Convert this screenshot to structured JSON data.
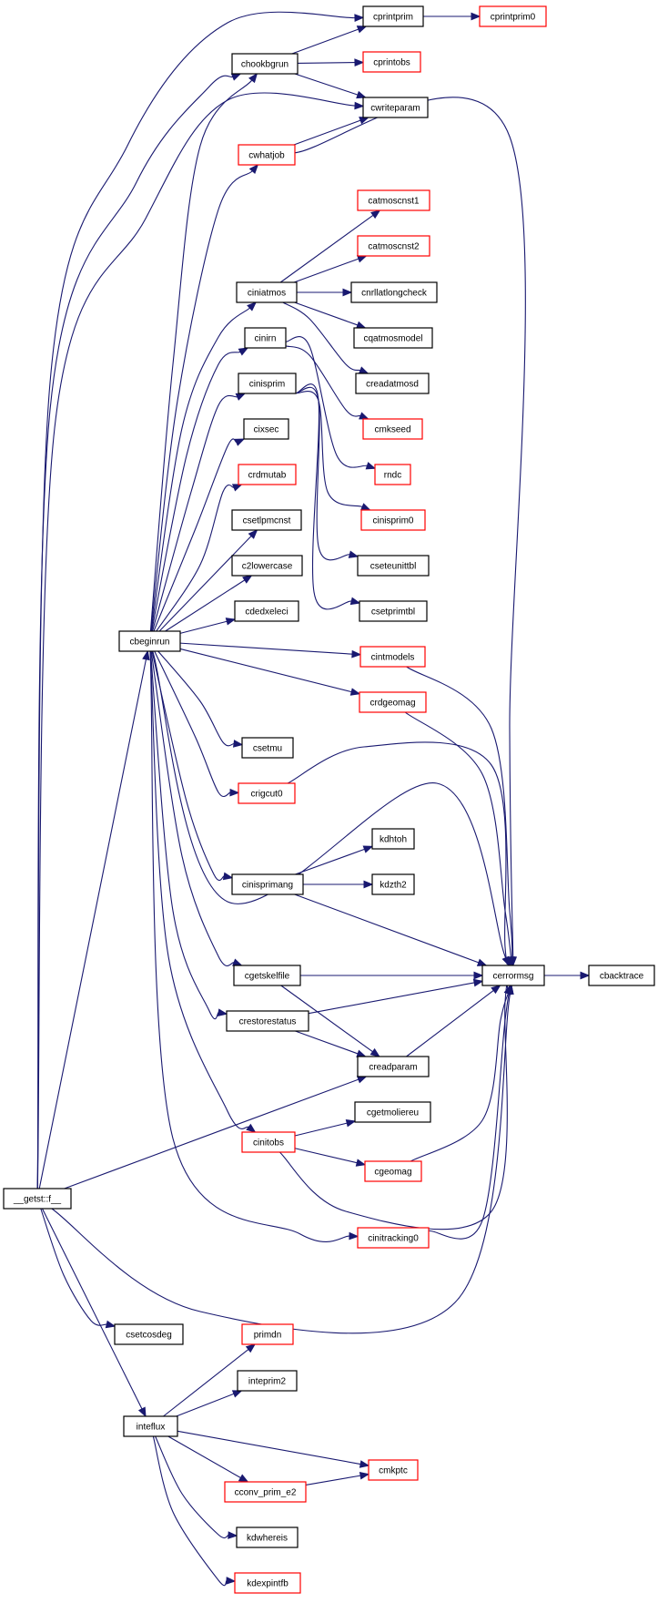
{
  "colors": {
    "edge": "#191970",
    "border_normal": "#000000",
    "border_truncated": "#ff0000",
    "fill_root": "#bfbfbf",
    "fill_normal": "#ffffff"
  },
  "nodes": [
    {
      "id": "getst",
      "label": "__getst::f__",
      "kind": "root"
    },
    {
      "id": "cbeginrun",
      "label": "cbeginrun",
      "kind": "normal"
    },
    {
      "id": "chookbgrun",
      "label": "chookbgrun",
      "kind": "normal"
    },
    {
      "id": "cprintprim",
      "label": "cprintprim",
      "kind": "normal"
    },
    {
      "id": "cprintprim0",
      "label": "cprintprim0",
      "kind": "truncated"
    },
    {
      "id": "cprintobs",
      "label": "cprintobs",
      "kind": "truncated"
    },
    {
      "id": "cwriteparam",
      "label": "cwriteparam",
      "kind": "normal"
    },
    {
      "id": "cwhatjob",
      "label": "cwhatjob",
      "kind": "truncated"
    },
    {
      "id": "catmoscnst1",
      "label": "catmoscnst1",
      "kind": "truncated"
    },
    {
      "id": "catmoscnst2",
      "label": "catmoscnst2",
      "kind": "truncated"
    },
    {
      "id": "ciniatmos",
      "label": "ciniatmos",
      "kind": "normal"
    },
    {
      "id": "cnrllatlongcheck",
      "label": "cnrllatlongcheck",
      "kind": "normal"
    },
    {
      "id": "cqatmosmodel",
      "label": "cqatmosmodel",
      "kind": "normal"
    },
    {
      "id": "cinirn",
      "label": "cinirn",
      "kind": "normal"
    },
    {
      "id": "creadatmosd",
      "label": "creadatmosd",
      "kind": "normal"
    },
    {
      "id": "cinisprim",
      "label": "cinisprim",
      "kind": "normal"
    },
    {
      "id": "cmkseed",
      "label": "cmkseed",
      "kind": "truncated"
    },
    {
      "id": "cixsec",
      "label": "cixsec",
      "kind": "normal"
    },
    {
      "id": "rndc",
      "label": "rndc",
      "kind": "truncated"
    },
    {
      "id": "crdmutab",
      "label": "crdmutab",
      "kind": "truncated"
    },
    {
      "id": "cinisprim0",
      "label": "cinisprim0",
      "kind": "truncated"
    },
    {
      "id": "csetlpmcnst",
      "label": "csetlpmcnst",
      "kind": "normal"
    },
    {
      "id": "cseteunittbl",
      "label": "cseteunittbl",
      "kind": "normal"
    },
    {
      "id": "c2lowercase",
      "label": "c2lowercase",
      "kind": "normal"
    },
    {
      "id": "csetprimtbl",
      "label": "csetprimtbl",
      "kind": "normal"
    },
    {
      "id": "cdedxeleci",
      "label": "cdedxeleci",
      "kind": "normal"
    },
    {
      "id": "cintmodels",
      "label": "cintmodels",
      "kind": "truncated"
    },
    {
      "id": "crdgeomag",
      "label": "crdgeomag",
      "kind": "truncated"
    },
    {
      "id": "csetmu",
      "label": "csetmu",
      "kind": "normal"
    },
    {
      "id": "crigcut0",
      "label": "crigcut0",
      "kind": "truncated"
    },
    {
      "id": "kdhtoh",
      "label": "kdhtoh",
      "kind": "normal"
    },
    {
      "id": "cinisprimang",
      "label": "cinisprimang",
      "kind": "normal"
    },
    {
      "id": "kdzth2",
      "label": "kdzth2",
      "kind": "normal"
    },
    {
      "id": "cgetskelfile",
      "label": "cgetskelfile",
      "kind": "normal"
    },
    {
      "id": "cerrormsg",
      "label": "cerrormsg",
      "kind": "normal"
    },
    {
      "id": "cbacktrace",
      "label": "cbacktrace",
      "kind": "normal"
    },
    {
      "id": "crestorestatus",
      "label": "crestorestatus",
      "kind": "normal"
    },
    {
      "id": "creadparam",
      "label": "creadparam",
      "kind": "normal"
    },
    {
      "id": "cgetmoliereu",
      "label": "cgetmoliereu",
      "kind": "normal"
    },
    {
      "id": "cinitobs",
      "label": "cinitobs",
      "kind": "truncated"
    },
    {
      "id": "cgeomag",
      "label": "cgeomag",
      "kind": "truncated"
    },
    {
      "id": "cinitracking0",
      "label": "cinitracking0",
      "kind": "truncated"
    },
    {
      "id": "csetcosdeg",
      "label": "csetcosdeg",
      "kind": "normal"
    },
    {
      "id": "primdn",
      "label": "primdn",
      "kind": "truncated"
    },
    {
      "id": "inteprim2",
      "label": "inteprim2",
      "kind": "normal"
    },
    {
      "id": "inteflux",
      "label": "inteflux",
      "kind": "normal"
    },
    {
      "id": "cmkptc",
      "label": "cmkptc",
      "kind": "truncated"
    },
    {
      "id": "cconv_prim_e2",
      "label": "cconv_prim_e2",
      "kind": "truncated"
    },
    {
      "id": "kdwhereis",
      "label": "kdwhereis",
      "kind": "normal"
    },
    {
      "id": "kdexpintfb",
      "label": "kdexpintfb",
      "kind": "truncated"
    }
  ],
  "edges": [
    {
      "from": "getst",
      "to": "cbeginrun"
    },
    {
      "from": "getst",
      "to": "cprintprim"
    },
    {
      "from": "getst",
      "to": "chookbgrun"
    },
    {
      "from": "getst",
      "to": "cwriteparam"
    },
    {
      "from": "getst",
      "to": "creadparam"
    },
    {
      "from": "getst",
      "to": "cerrormsg"
    },
    {
      "from": "getst",
      "to": "csetcosdeg"
    },
    {
      "from": "getst",
      "to": "inteflux"
    },
    {
      "from": "chookbgrun",
      "to": "cprintprim"
    },
    {
      "from": "chookbgrun",
      "to": "cprintobs"
    },
    {
      "from": "chookbgrun",
      "to": "cwriteparam"
    },
    {
      "from": "cprintprim",
      "to": "cprintprim0"
    },
    {
      "from": "cwhatjob",
      "to": "cwriteparam"
    },
    {
      "from": "cwhatjob",
      "to": "cerrormsg"
    },
    {
      "from": "cbeginrun",
      "to": "chookbgrun"
    },
    {
      "from": "cbeginrun",
      "to": "cwhatjob"
    },
    {
      "from": "cbeginrun",
      "to": "ciniatmos"
    },
    {
      "from": "cbeginrun",
      "to": "cinirn"
    },
    {
      "from": "cbeginrun",
      "to": "cinisprim"
    },
    {
      "from": "cbeginrun",
      "to": "cixsec"
    },
    {
      "from": "cbeginrun",
      "to": "crdmutab"
    },
    {
      "from": "cbeginrun",
      "to": "csetlpmcnst"
    },
    {
      "from": "cbeginrun",
      "to": "c2lowercase"
    },
    {
      "from": "cbeginrun",
      "to": "cdedxeleci"
    },
    {
      "from": "cbeginrun",
      "to": "cintmodels"
    },
    {
      "from": "cbeginrun",
      "to": "crdgeomag"
    },
    {
      "from": "cbeginrun",
      "to": "csetmu"
    },
    {
      "from": "cbeginrun",
      "to": "crigcut0"
    },
    {
      "from": "cbeginrun",
      "to": "cerrormsg"
    },
    {
      "from": "cbeginrun",
      "to": "cinisprimang"
    },
    {
      "from": "cbeginrun",
      "to": "cgetskelfile"
    },
    {
      "from": "cbeginrun",
      "to": "crestorestatus"
    },
    {
      "from": "cbeginrun",
      "to": "cinitobs"
    },
    {
      "from": "cbeginrun",
      "to": "cinitracking0"
    },
    {
      "from": "ciniatmos",
      "to": "catmoscnst1"
    },
    {
      "from": "ciniatmos",
      "to": "catmoscnst2"
    },
    {
      "from": "ciniatmos",
      "to": "cnrllatlongcheck"
    },
    {
      "from": "ciniatmos",
      "to": "cqatmosmodel"
    },
    {
      "from": "ciniatmos",
      "to": "creadatmosd"
    },
    {
      "from": "cinirn",
      "to": "cmkseed"
    },
    {
      "from": "cinirn",
      "to": "rndc"
    },
    {
      "from": "cinisprim",
      "to": "cinisprim0"
    },
    {
      "from": "cinisprim",
      "to": "cseteunittbl"
    },
    {
      "from": "cinisprim",
      "to": "csetprimtbl"
    },
    {
      "from": "cintmodels",
      "to": "cerrormsg"
    },
    {
      "from": "crdgeomag",
      "to": "cerrormsg"
    },
    {
      "from": "crigcut0",
      "to": "cerrormsg"
    },
    {
      "from": "cinisprimang",
      "to": "kdhtoh"
    },
    {
      "from": "cinisprimang",
      "to": "kdzth2"
    },
    {
      "from": "cinisprimang",
      "to": "cerrormsg"
    },
    {
      "from": "cgetskelfile",
      "to": "cerrormsg"
    },
    {
      "from": "cgetskelfile",
      "to": "creadparam"
    },
    {
      "from": "crestorestatus",
      "to": "cerrormsg"
    },
    {
      "from": "crestorestatus",
      "to": "creadparam"
    },
    {
      "from": "creadparam",
      "to": "cerrormsg"
    },
    {
      "from": "cerrormsg",
      "to": "cbacktrace"
    },
    {
      "from": "cinitobs",
      "to": "cgetmoliereu"
    },
    {
      "from": "cinitobs",
      "to": "cgeomag"
    },
    {
      "from": "cinitobs",
      "to": "cerrormsg"
    },
    {
      "from": "cgeomag",
      "to": "cerrormsg"
    },
    {
      "from": "cinitracking0",
      "to": "cerrormsg"
    },
    {
      "from": "inteflux",
      "to": "primdn"
    },
    {
      "from": "inteflux",
      "to": "inteprim2"
    },
    {
      "from": "inteflux",
      "to": "cmkptc"
    },
    {
      "from": "inteflux",
      "to": "cconv_prim_e2"
    },
    {
      "from": "inteflux",
      "to": "kdwhereis"
    },
    {
      "from": "inteflux",
      "to": "kdexpintfb"
    },
    {
      "from": "cconv_prim_e2",
      "to": "cmkptc"
    }
  ]
}
